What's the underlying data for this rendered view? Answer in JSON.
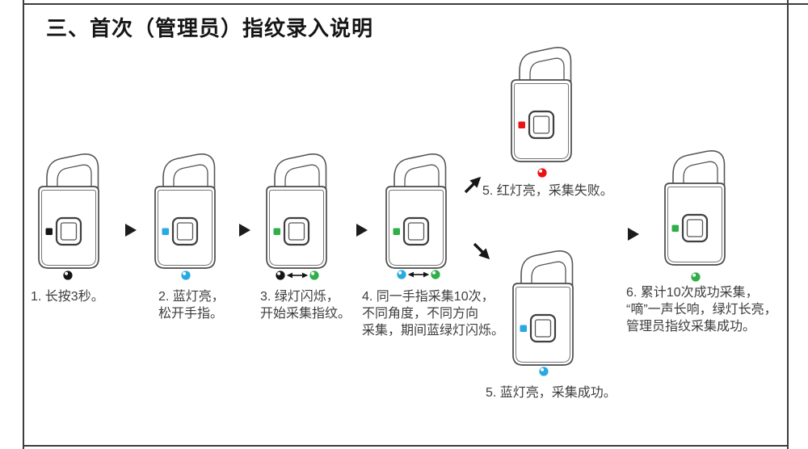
{
  "page": {
    "title": "三、首次（管理员）指纹录入说明"
  },
  "colors": {
    "led_black": "#141414",
    "led_blue": "#29a9e1",
    "led_green": "#2fae49",
    "led_red": "#e81414",
    "outline": "#4a4a4a",
    "text": "#3d3d3d"
  },
  "steps": {
    "step1": {
      "text": "1. 长按3秒。",
      "led": "#141414",
      "dot": "#141414"
    },
    "step2": {
      "text": "2. 蓝灯亮，\n松开手指。",
      "led": "#29a9e1",
      "dot": "#29a9e1"
    },
    "step3": {
      "text": "3. 绿灯闪烁，\n开始采集指纹。",
      "led": "#2fae49",
      "dot_left": "#141414",
      "dot_right": "#2fae49"
    },
    "step4": {
      "text": "4. 同一手指采集10次，\n不同角度，不同方向\n采集，期间蓝绿灯闪烁。",
      "led": "#2fae49",
      "dot_left": "#29a9e1",
      "dot_right": "#2fae49"
    },
    "step5_fail": {
      "text": "5. 红灯亮，采集失败。",
      "led": "#e81414",
      "dot": "#e81414"
    },
    "step5_success": {
      "text": "5. 蓝灯亮，采集成功。",
      "led": "#29a9e1",
      "dot": "#29a9e1"
    },
    "step6": {
      "text": "6. 累计10次成功采集，\n“嘀”一声长响，绿灯长亮，\n管理员指纹采集成功。",
      "led": "#2fae49",
      "dot": "#2fae49"
    }
  }
}
